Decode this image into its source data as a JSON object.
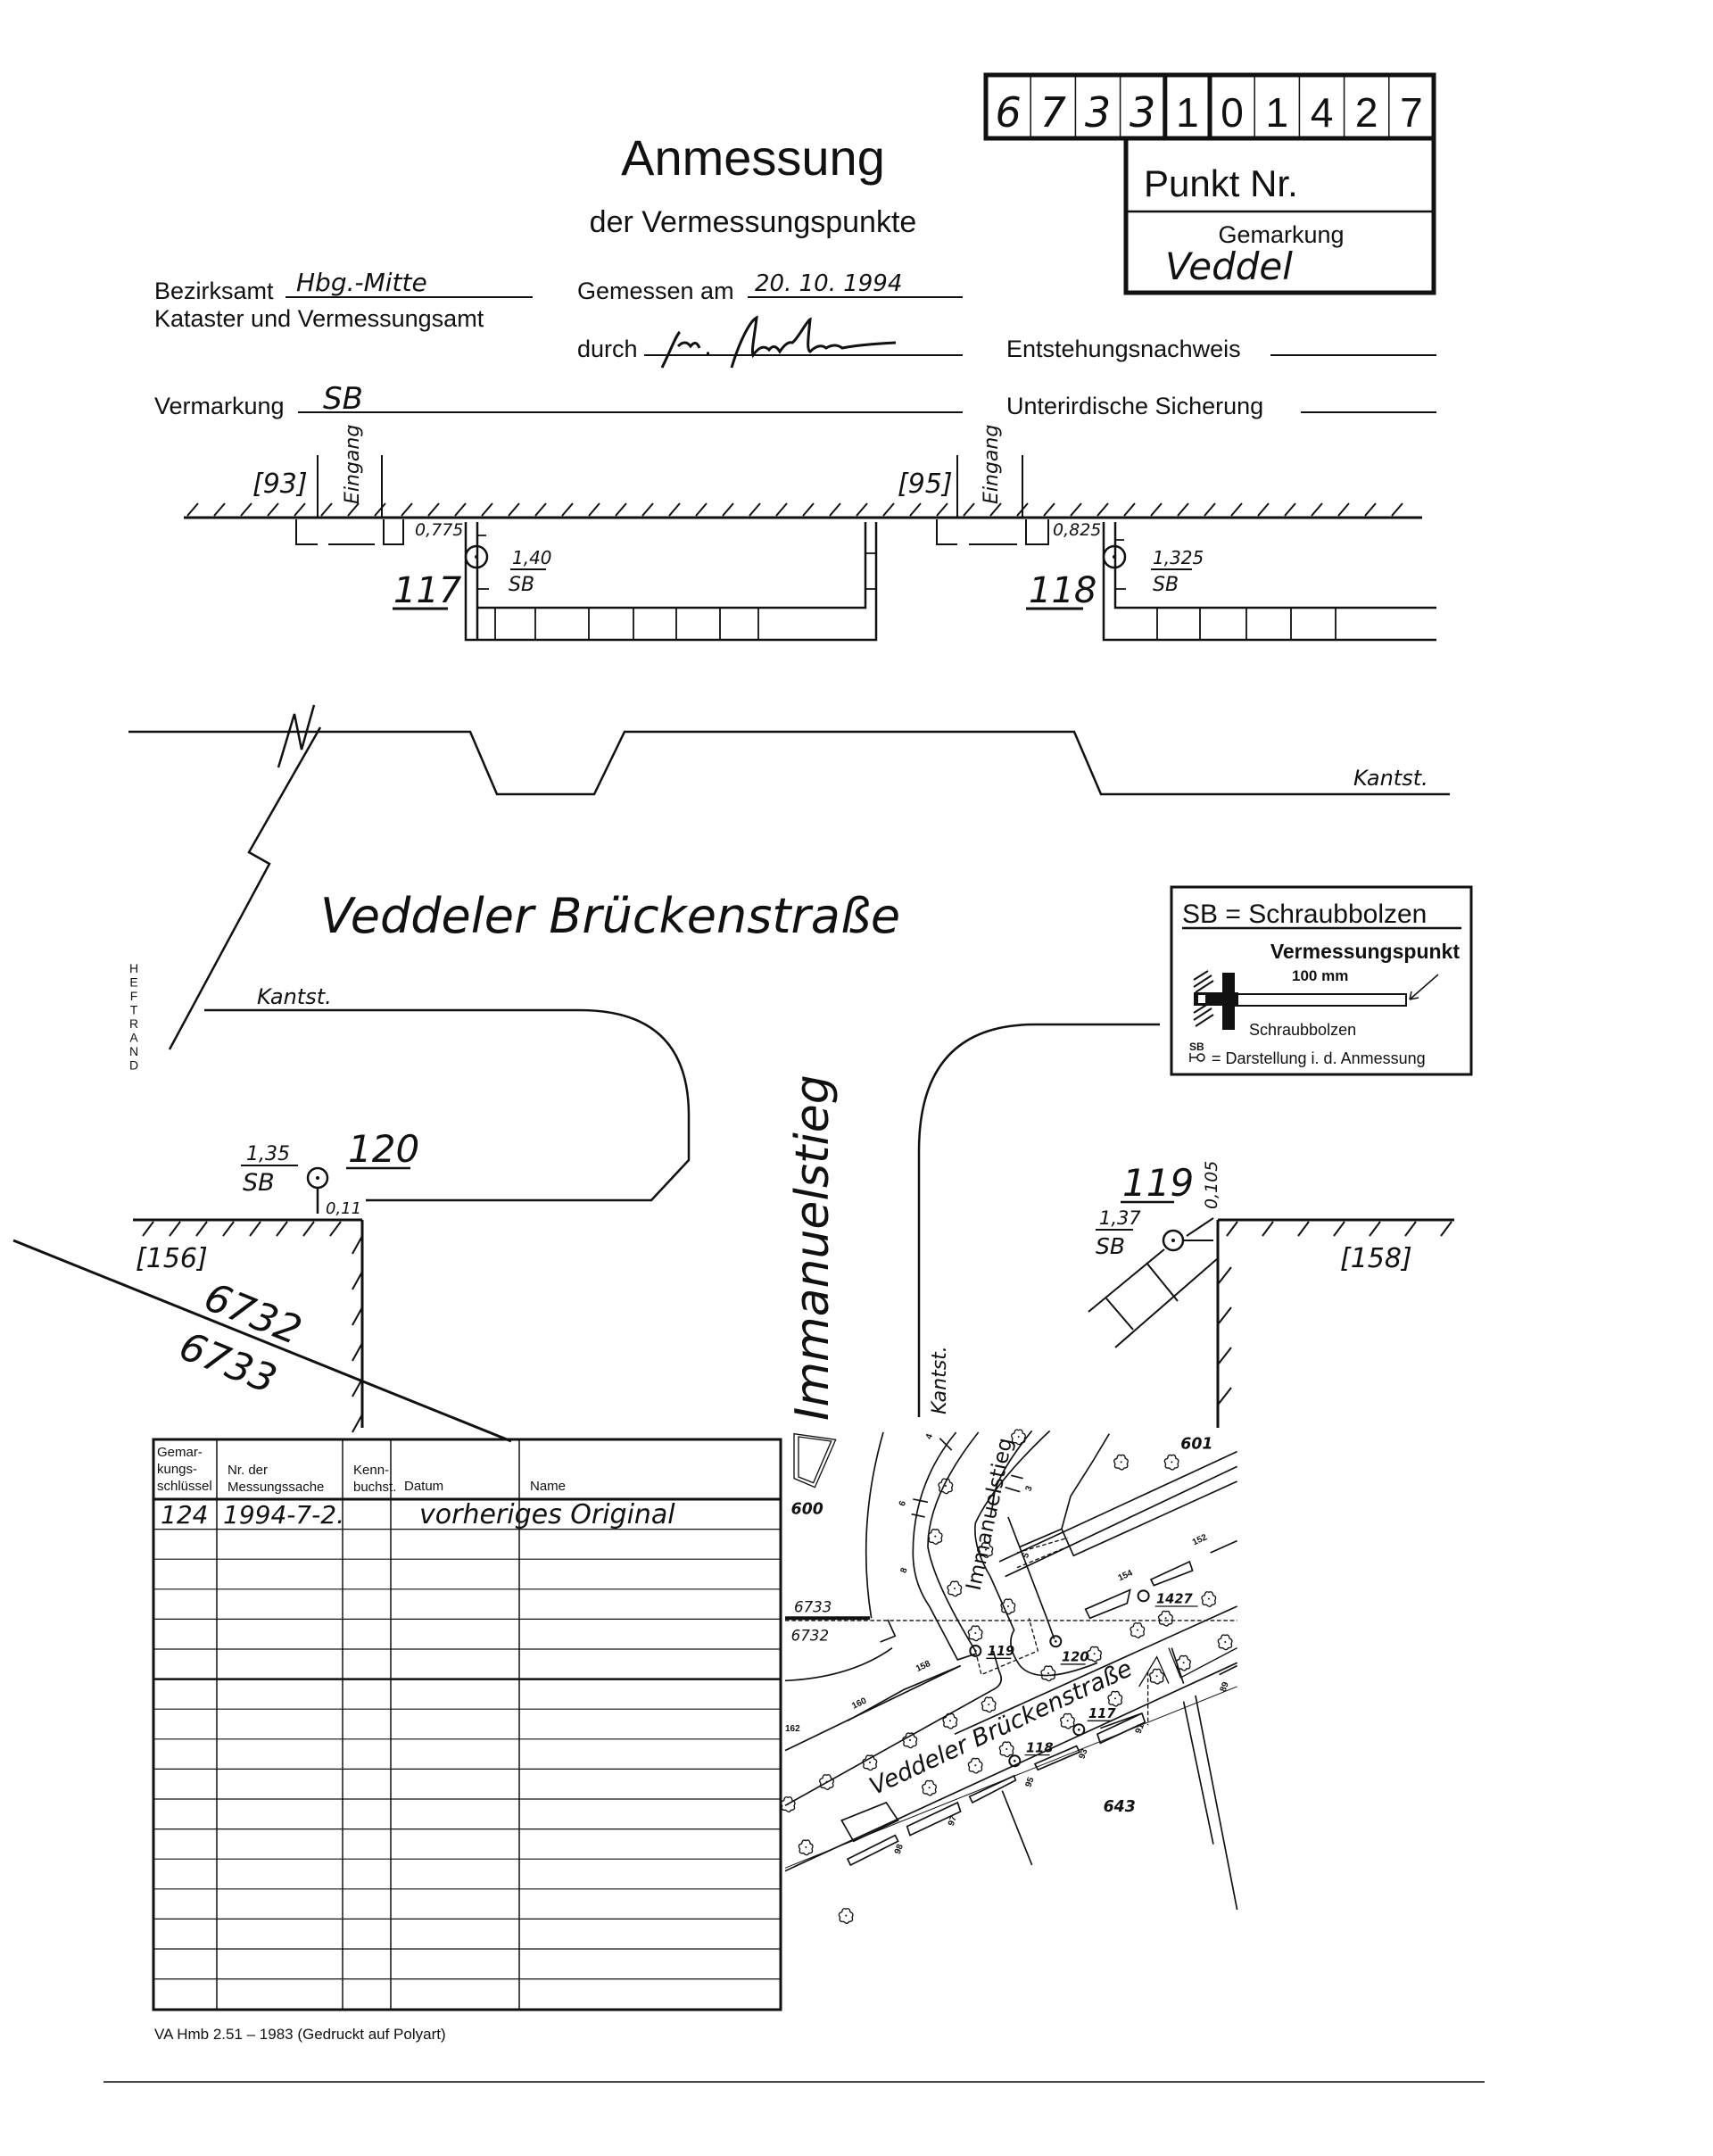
{
  "header": {
    "doc_number_digits": [
      "6",
      "7",
      "3",
      "3",
      "1",
      "0",
      "1",
      "4",
      "2",
      "7"
    ],
    "title": "Anmessung",
    "subtitle": "der Vermessungspunkte",
    "punkt_label": "Punkt Nr.",
    "gemarkung_label": "Gemarkung",
    "gemarkung_value": "Veddel"
  },
  "form": {
    "bezirksamt_label": "Bezirksamt",
    "bezirksamt_value": "Hbg.-Mitte",
    "kataster_label": "Kataster und Vermessungsamt",
    "gemessen_label": "Gemessen am",
    "gemessen_value": "20. 10. 1994",
    "durch_label": "durch",
    "entstehung_label": "Entstehungsnachweis",
    "vermarkung_label": "Vermarkung",
    "vermarkung_value": "SB",
    "unterirdisch_label": "Unterirdische Sicherung"
  },
  "sketch": {
    "house_93": "[93]",
    "house_95": "[95]",
    "house_156": "[156]",
    "house_158": "[158]",
    "eingang": "Eingang",
    "p117": {
      "number": "117",
      "depth": "1,40",
      "type": "SB",
      "offset": "0,775"
    },
    "p118": {
      "number": "118",
      "depth": "1,325",
      "type": "SB",
      "offset": "0,825"
    },
    "p120": {
      "number": "120",
      "depth": "1,35",
      "type": "SB",
      "offset": "0,11"
    },
    "p119": {
      "number": "119",
      "depth": "1,37",
      "type": "SB",
      "offset": "0,105"
    },
    "kantst": "Kantst.",
    "street_main": "Veddeler Brückenstraße",
    "street_side": "Immanuelstieg",
    "heftrand": "HEFTRAND",
    "parcel_upper": "6732",
    "parcel_lower": "6733"
  },
  "legend": {
    "title": "SB = Schraubbolzen",
    "subtitle": "Vermessungspunkt",
    "dimension": "100 mm",
    "bolt_label": "Schraubbolzen",
    "symbol_abbr": "SB",
    "symbol_desc": "= Darstellung i. d. Anmessung"
  },
  "table": {
    "headers": [
      "Gemar-\nkungs-\nschlüssel",
      "Nr. der\nMessungssache",
      "Kenn-\nbuchst.",
      "Datum",
      "Name"
    ],
    "rows": [
      [
        "124",
        "1994-7-2.",
        "",
        "vorheriges Original",
        ""
      ]
    ],
    "empty_rows": 16
  },
  "map": {
    "parcels": [
      "601",
      "600",
      "6733",
      "6732",
      "643"
    ],
    "street_main": "Veddeler Brückenstraße",
    "street_side": "Immanuelstieg",
    "house_numbers": [
      "4",
      "6",
      "8",
      "3",
      "5",
      "152",
      "154",
      "158",
      "160",
      "162",
      "89",
      "91",
      "93",
      "95",
      "97",
      "98"
    ],
    "points": [
      "119",
      "120",
      "117",
      "118",
      "1427"
    ]
  },
  "footer": {
    "form_id": "VA Hmb 2.51 – 1983 (Gedruckt auf Polyart)"
  }
}
